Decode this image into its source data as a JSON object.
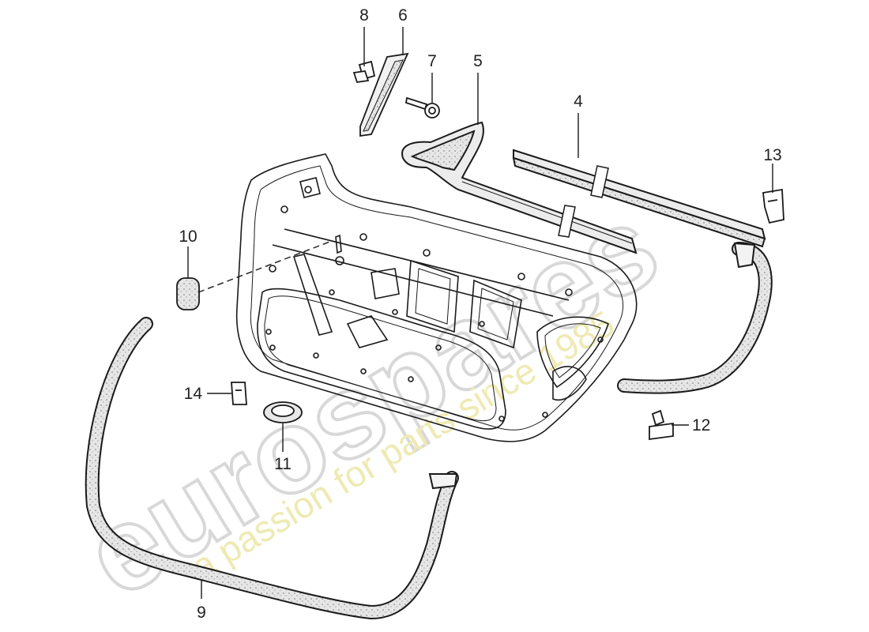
{
  "diagram": {
    "watermark": {
      "brand": "eurospares",
      "tagline": "a passion for parts since 1985"
    },
    "callouts": {
      "p1": "4",
      "p2": "5",
      "p3": "6",
      "p4": "7",
      "p5": "8",
      "p6": "9",
      "p7": "10",
      "p8": "11",
      "p9": "12",
      "p10": "13",
      "p11": "14"
    },
    "colors": {
      "line": "#1a1a1a",
      "seal_fill": "#e4e4e4",
      "watermark_outline": "#d2d2d2",
      "watermark_tagline": "#ece7a6"
    }
  }
}
